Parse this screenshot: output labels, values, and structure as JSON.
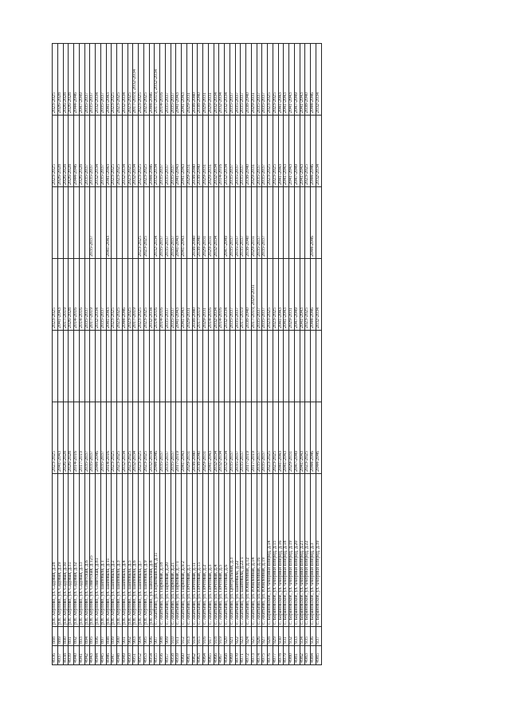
{
  "rows": [
    [
      "4936",
      "888",
      "р.п. Хорлово, ул. Садовая, д.28",
      "2023-2025",
      "",
      "2023-2025",
      "",
      "2023-2025",
      "2023-2025"
    ],
    [
      "4937",
      "889",
      "р.п. Хорлово, ул. Садовая, д.29",
      "2041-2043",
      "",
      "2041-2043",
      "",
      "2026-2028",
      "2026-2028"
    ],
    [
      "4938",
      "890",
      "р.п. Хорлово, ул. Садовая, д.30",
      "2026-2028",
      "",
      "2017-2019",
      "",
      "2026-2028",
      "2026-2028"
    ],
    [
      "4939",
      "891",
      "р.п. Хорлово, ул. Садовая, д.31",
      "2026-2028",
      "",
      "2026-2028",
      "",
      "2026-2028",
      "2026-2028"
    ],
    [
      "4940",
      "892",
      "р.п. Хорлово, ул. Садовая, д.32",
      "2014-2016",
      "",
      "2014-2016",
      "",
      "2044-2046",
      "2044-2046"
    ],
    [
      "4941",
      "893",
      "р.п. Хорлово, ул. Садовая, д.33",
      "2017-2019",
      "",
      "2014-2016",
      "",
      "2026-2028",
      "2047-2049"
    ],
    [
      "4942",
      "894",
      "р.п. Хорлово, ул. Советская, д.6",
      "2035-2037",
      "",
      "2035-2037",
      "",
      "2035-2037",
      "2035-2037"
    ],
    [
      "4943",
      "895",
      "р.п. Хорлово, ул. Советская, д.125",
      "2035-2037",
      "",
      "2017-2019",
      "2035-2037",
      "2035-2037",
      "2035-2037"
    ],
    [
      "4944",
      "896",
      "р.п. Хорлово, ул. Советская, д.81",
      "2044-2046",
      "",
      "2032-2034",
      "",
      "2032-2034",
      "2032-2034"
    ],
    [
      "4945",
      "897",
      "р.п. Хорлово, ул. Шаповала, д.1",
      "2035-2037",
      "",
      "2035-2037",
      "",
      "2035-2037",
      "2035-2037"
    ],
    [
      "4946",
      "898",
      "р.п. Хорлово, ул. Шаповала, д.11",
      "2014-2016",
      "",
      "2041-2043",
      "2041-2043",
      "2041-2043",
      "2041-2043"
    ],
    [
      "4947",
      "899",
      "р.п. Хорлово, ул. Шаповала, д.2",
      "2023-2025",
      "",
      "2023-2025",
      "",
      "2023-2025",
      "2023-2025"
    ],
    [
      "4948",
      "900",
      "р.п. Хорлово, ул. Шаповала, д.3",
      "2023-2025",
      "",
      "2023-2025",
      "",
      "2023-2025",
      "2023-2025"
    ],
    [
      "4949",
      "901",
      "р.п. Хорлово, ул. Шаповала, д.4",
      "2032-2034",
      "",
      "2044-2046",
      "",
      "2032-2034",
      "2032-2034"
    ],
    [
      "4950",
      "902",
      "р.п. Хорлово, ул. Шаповала, д.5",
      "2023-2025",
      "",
      "2023-2025",
      "",
      "2023-2025",
      "2023-2025"
    ],
    [
      "4951",
      "903",
      "р.п. Хорлово, ул. Шаповала, д.6",
      "2032-2034",
      "",
      "2017-2019",
      "",
      "2032-2034",
      "2017-2019, 2032-2034"
    ],
    [
      "4952",
      "904",
      "р.п. Хорлово, ул. Шаповала, д.7",
      "2023-2025",
      "",
      "2023-2025",
      "2023-2025",
      "2023-2025",
      "2023-2025"
    ],
    [
      "4953",
      "905",
      "р.п. Хорлово, ул. Шаповала, д.9",
      "2023-2025",
      "",
      "2023-2025",
      "2023-2025",
      "2023-2025",
      "2023-2025"
    ],
    [
      "4954",
      "906",
      "р.п. Хорлово, ул. Школьная, д.8",
      "2032-2034",
      "",
      "2032-2034",
      "",
      "2044-2046",
      "2044-2046"
    ],
    [
      "4955",
      "907",
      "с. Акатьево, ул. Первомайская, д.11",
      "2044-2046",
      "",
      "2014-2016",
      "2032-2034",
      "2032-2034",
      "2017-2019, 2032-2034"
    ],
    [
      "4956",
      "908",
      "с. Акатьево, ул. Парковая, д.18",
      "2035-2037",
      "",
      "2014-2016",
      "2035-2037",
      "2035-2037",
      "2014-2016"
    ],
    [
      "4957",
      "909",
      "с. Акатьево, ул. Парковая, д.20",
      "2035-2037",
      "",
      "2035-2037",
      "2035-2037",
      "2035-2037",
      "2035-2037"
    ],
    [
      "4958",
      "910",
      "с. Акатьево, ул. Парковая, д.21",
      "2035-2037",
      "",
      "2035-2037",
      "2035-2037",
      "2035-2037",
      "2035-2037"
    ],
    [
      "4959",
      "911",
      "с. Акатьево, ул. Парковая, д.7/1",
      "2017-2019",
      "",
      "2041-2043",
      "2041-2043",
      "2041-2043",
      "2041-2043"
    ],
    [
      "4960",
      "912",
      "с. Акатьево, ул. Парковая, д.9/2",
      "2041-2043",
      "",
      "2041-2043",
      "2041-2043",
      "2041-2043",
      "2041-2043"
    ],
    [
      "4961",
      "913",
      "с. Акатьево, ул. Почтовая, д.1",
      "2029-2031",
      "",
      "2029-2031",
      "",
      "2029-2031",
      "2029-2031"
    ],
    [
      "4962",
      "914",
      "с. Акатьево, ул. Почтовая, д.11",
      "2038-2040",
      "",
      "2038-2040",
      "2038-2040",
      "2038-2040",
      "2038-2040"
    ],
    [
      "4963",
      "915",
      "с. Акатьево, ул. Почтовая, д.15",
      "2038-2040",
      "",
      "2017-2019",
      "2038-2040",
      "2038-2040",
      "2038-2040"
    ],
    [
      "4964",
      "916",
      "с. Акатьево, ул. Почтовая, д.2",
      "2029-2031",
      "",
      "2029-2031",
      "2029-2031",
      "2029-2031",
      "2029-2031"
    ],
    [
      "4965",
      "917",
      "с. Акатьево, ул. Почтовая, д.3",
      "2041-2043",
      "",
      "2014-2016",
      "2029-2031",
      "2029-2031",
      "2029-2031"
    ],
    [
      "4966",
      "918",
      "с. Акатьево, ул. Почтовая, д.4",
      "2032-2034",
      "",
      "2032-2034",
      "2032-2034",
      "2032-2034",
      "2032-2034"
    ],
    [
      "4967",
      "919",
      "с. Акатьево, ул. Почтовая, д.5",
      "2032-2034",
      "",
      "2014-2016",
      "",
      "2014-2016",
      "2032-2034"
    ],
    [
      "4968",
      "920",
      "с. Акатьево, ул. Почтовая, д.6",
      "2032-2034",
      "",
      "2032-2034",
      "2047-2049",
      "2032-2034",
      "2032-2034"
    ],
    [
      "4969",
      "921",
      "с. Акатьево, ул. Центральная, д.3",
      "2035-2037",
      "",
      "2035-2037",
      "2035-2037",
      "2035-2037",
      "2035-2037"
    ],
    [
      "4970",
      "922",
      "с. Акатьево, ул. Шаповала, д.22",
      "2035-2037",
      "",
      "2035-2037",
      "2035-2037",
      "2035-2037",
      "2035-2037"
    ],
    [
      "4971",
      "923",
      "с. Акатьево, ул. Шаповала, д.22/1",
      "2035-2037",
      "",
      "2017-2019",
      "2035-2037",
      "2035-2037",
      "2035-2037"
    ],
    [
      "4972",
      "924",
      "с. Акатьево, ул. Юбилейная, д.12",
      "2017-2019",
      "",
      "2038-2040",
      "2038-2040",
      "2038-2040",
      "2038-2040"
    ],
    [
      "4973",
      "925",
      "с. Акатьево, ул. Юбилейная, д.14",
      "2017-2019",
      "",
      "2017-2019, 2029-2031",
      "2029-2031",
      "2029-2031",
      "2029-2031"
    ],
    [
      "4974",
      "926",
      "с. Акатьево, ул. Юбилейная, д.16",
      "2035-2037",
      "",
      "2035-2037",
      "2035-2037",
      "2035-2037",
      "2035-2037"
    ],
    [
      "4975",
      "927",
      "с. Акатьево, ул. Юбилейная, д.19",
      "2035-2037",
      "",
      "2035-2037",
      "2035-2037",
      "2035-2037",
      "2035-2037"
    ],
    [
      "4976",
      "928",
      "с. Барановское, ул. Фабрики Вперед, д.14",
      "2023-2025",
      "",
      "2023-2025",
      "",
      "2023-2025",
      "2023-2025"
    ],
    [
      "4977",
      "929",
      "с. Барановское, ул. Фабрики Вперед, д.15",
      "2023-2025",
      "",
      "2023-2025",
      "",
      "2023-2025",
      "2023-2025"
    ],
    [
      "4978",
      "930",
      "с. Барановское, ул. Фабрики Вперед, д.16",
      "2041-2043",
      "",
      "2041-2043",
      "",
      "2041-2043",
      "2041-2043"
    ],
    [
      "4979",
      "931",
      "с. Барановское, ул. Фабрики Вперед, д.18",
      "2041-2043",
      "",
      "2041-2043",
      "",
      "2041-2043",
      "2041-2043"
    ],
    [
      "4980",
      "932",
      "с. Барановское, ул. Фабрики Вперед, д.19",
      "2029-2031",
      "",
      "2029-2031",
      "",
      "2041-2043",
      "2041-2043"
    ],
    [
      "4981",
      "933",
      "с. Барановское, ул. Фабрики Вперед, д.20",
      "2047-2049",
      "",
      "2047-2049",
      "",
      "2047-2049",
      "2047-2049"
    ],
    [
      "4982",
      "934",
      "с. Барановское, ул. Фабрики Вперед, д.21",
      "2041-2043",
      "",
      "2041-2043",
      "",
      "2041-2043",
      "2041-2043"
    ],
    [
      "4983",
      "935",
      "с. Барановское, ул. Фабрики Вперед, д.22",
      "2023-2025",
      "",
      "2023-2025",
      "",
      "2023-2025",
      "2038-2040"
    ],
    [
      "4984",
      "936",
      "с. Барановское, ул. Фабрики Вперед, д.3",
      "2044-2046",
      "",
      "2044-2046",
      "2044-2046",
      "2044-2046",
      "2044-2046"
    ],
    [
      "4985",
      "937",
      "с. Барановское, ул. Фабрики Вперед, д.39",
      "2044-2046",
      "",
      "2032-2034",
      "",
      "2032-2034",
      "2032-2034"
    ]
  ]
}
